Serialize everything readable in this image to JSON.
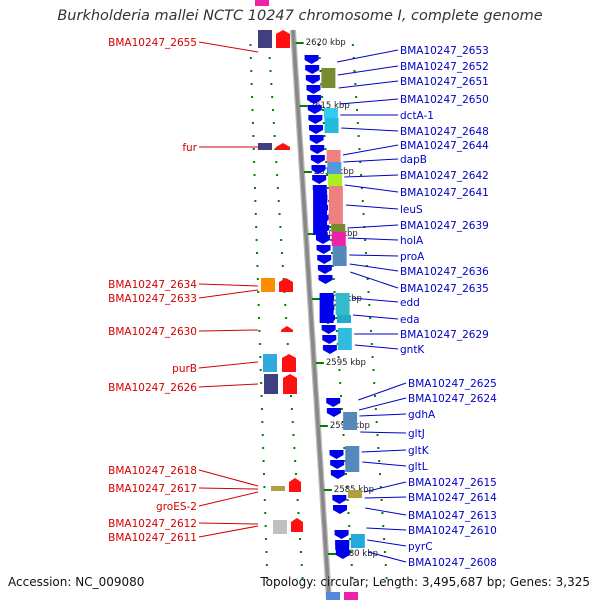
{
  "title": "Burkholderia mallei NCTC 10247 chromosome I, complete genome",
  "footer": {
    "accession": "Accession: NC_009080",
    "topology": "Topology: circular; Length: 3,495,687 bp; Genes: 3,325"
  },
  "colors": {
    "left_label": "#d40000",
    "right_label": "#0000c8",
    "forward_arrow": "#ff0000",
    "reverse_arrow": "#0000ee",
    "tick": "#008000",
    "axis": "#888888"
  },
  "kbp_labels": [
    "2620 kbp",
    "2615 kbp",
    "2610 kbp",
    "2605 kbp",
    "2600 kbp",
    "2595 kbp",
    "2590 kbp",
    "2585 kbp",
    "2580 kbp"
  ],
  "left_genes": [
    "BMA10247_2655",
    "fur",
    "BMA10247_2634",
    "BMA10247_2633",
    "BMA10247_2630",
    "purB",
    "BMA10247_2626",
    "BMA10247_2618",
    "BMA10247_2617",
    "groES-2",
    "BMA10247_2612",
    "BMA10247_2611"
  ],
  "right_genes": [
    "BMA10247_2653",
    "BMA10247_2652",
    "BMA10247_2651",
    "BMA10247_2650",
    "dctA-1",
    "BMA10247_2648",
    "BMA10247_2644",
    "dapB",
    "BMA10247_2642",
    "BMA10247_2641",
    "leuS",
    "BMA10247_2639",
    "holA",
    "proA",
    "BMA10247_2636",
    "BMA10247_2635",
    "edd",
    "eda",
    "BMA10247_2629",
    "gntK",
    "BMA10247_2625",
    "BMA10247_2624",
    "gdhA",
    "gltJ",
    "gltK",
    "gltL",
    "BMA10247_2615",
    "BMA10247_2614",
    "BMA10247_2613",
    "BMA10247_2610",
    "pyrC",
    "BMA10247_2608"
  ]
}
